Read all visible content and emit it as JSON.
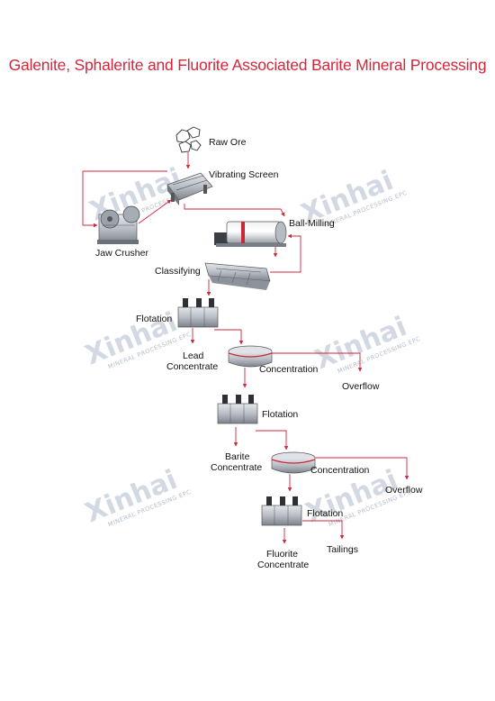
{
  "title": "Galenite, Sphalerite and Fluorite Associated Barite Mineral Processing",
  "colors": {
    "title": "#d2263b",
    "flow_line": "#d2263b",
    "watermark": "#c4ccd8",
    "machine": "#8a9099"
  },
  "watermark": {
    "brand": "Xinhai",
    "tagline": "MINERAL PROCESSING EPC"
  },
  "nodes": {
    "raw_ore": "Raw Ore",
    "vibrating_screen": "Vibrating Screen",
    "jaw_crusher": "Jaw Crusher",
    "ball_milling": "Ball-Milling",
    "classifying": "Classifying",
    "flotation_1": "Flotation",
    "lead_concentrate_1": "Lead",
    "lead_concentrate_2": "Concentrate",
    "concentration_1": "Concentration",
    "overflow_1": "Overflow",
    "flotation_2": "Flotation",
    "barite_concentrate_1": "Barite",
    "barite_concentrate_2": "Concentrate",
    "concentration_2": "Concentration",
    "overflow_2": "Overflow",
    "flotation_3": "Flotation",
    "tailings": "Tailings",
    "fluorite_concentrate_1": "Fluorite",
    "fluorite_concentrate_2": "Concentrate"
  }
}
